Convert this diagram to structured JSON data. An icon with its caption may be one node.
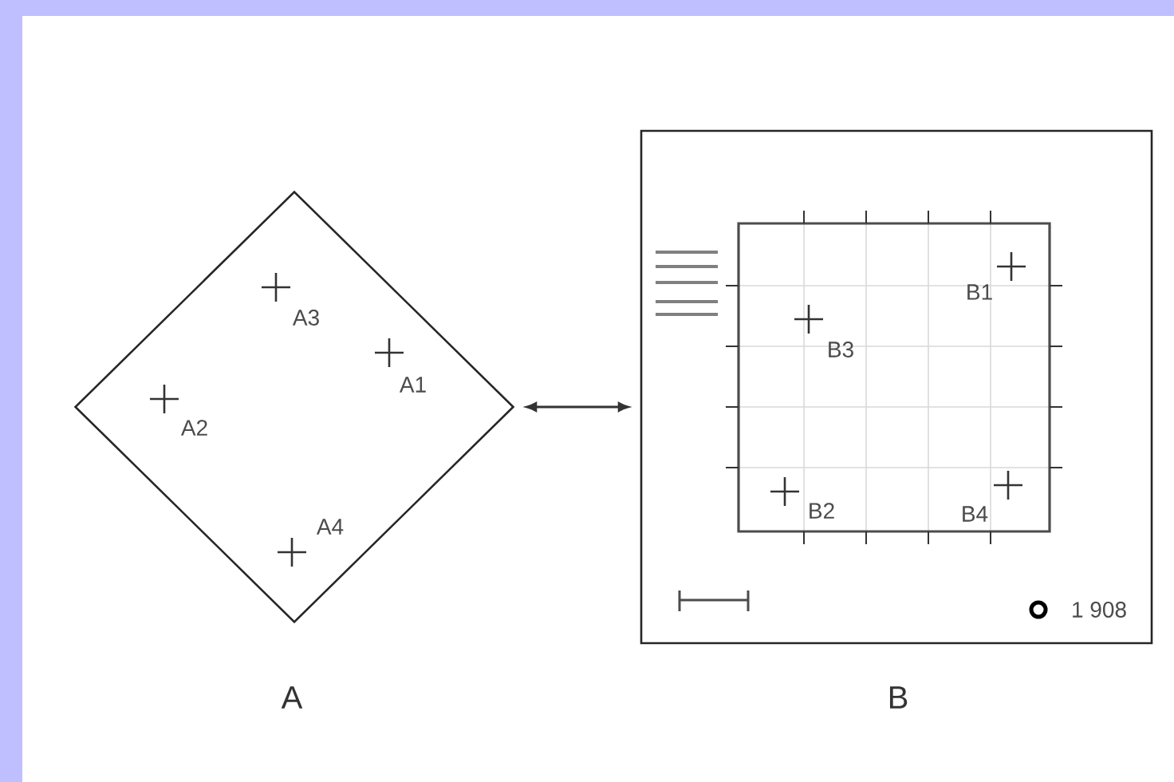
{
  "diagram": {
    "nodes": [
      {
        "text": [
          "A"
        ]
      },
      {
        "text": [
          "B"
        ]
      }
    ],
    "edges": [
      {
        "from": 0,
        "to": 1,
        "arrow": "both"
      }
    ],
    "labels": [
      "A3",
      "A1",
      "A2",
      "A4",
      "B1",
      "B3",
      "B2",
      "B4",
      "1 908"
    ]
  }
}
